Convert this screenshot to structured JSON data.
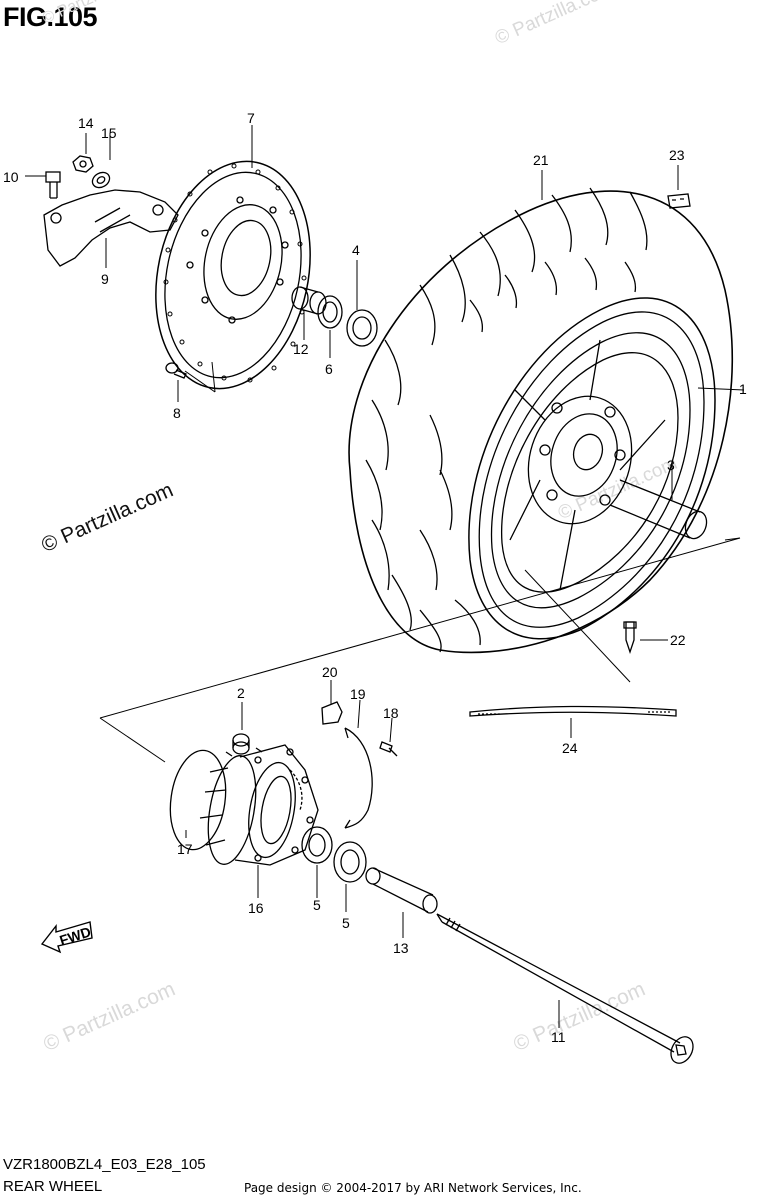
{
  "figure": {
    "title": "FIG.105",
    "model_code": "VZR1800BZL4_E03_E28_105",
    "section_name": "REAR WHEEL",
    "page_credit": "Page design © 2004-2017 by ARI Network Services, Inc."
  },
  "watermarks": {
    "main": "© Partzilla.com",
    "faint": "© Partzilla.com"
  },
  "callouts": [
    "1",
    "2",
    "3",
    "4",
    "5",
    "5",
    "6",
    "7",
    "8",
    "9",
    "10",
    "11",
    "12",
    "13",
    "14",
    "15",
    "16",
    "17",
    "18",
    "19",
    "20",
    "21",
    "22",
    "23",
    "24"
  ],
  "badges": {
    "fwd": "FWD"
  },
  "colors": {
    "line": "#000000",
    "watermark": "#d9d9d9",
    "background": "#ffffff"
  }
}
